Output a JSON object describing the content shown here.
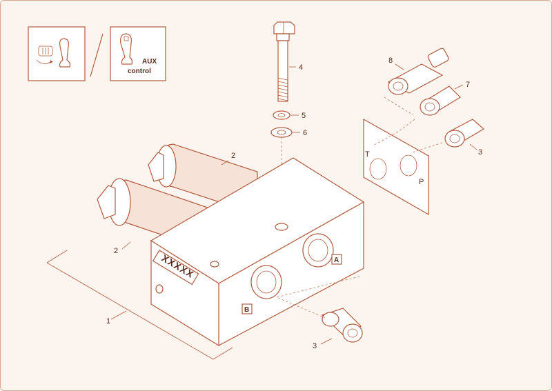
{
  "legend": {
    "aux_label": "AUX",
    "control_label": "control"
  },
  "block": {
    "marking": "XXXXX",
    "port_a": "A",
    "port_b": "B"
  },
  "plate": {
    "port_t": "T",
    "port_p": "P"
  },
  "callouts": {
    "c1": "1",
    "c2a": "2",
    "c2b": "2",
    "c3a": "3",
    "c3b": "3",
    "c4": "4",
    "c5": "5",
    "c6": "6",
    "c7": "7",
    "c8": "8"
  },
  "colors": {
    "line": "#b35a3c",
    "background": "#fbf4ef"
  }
}
